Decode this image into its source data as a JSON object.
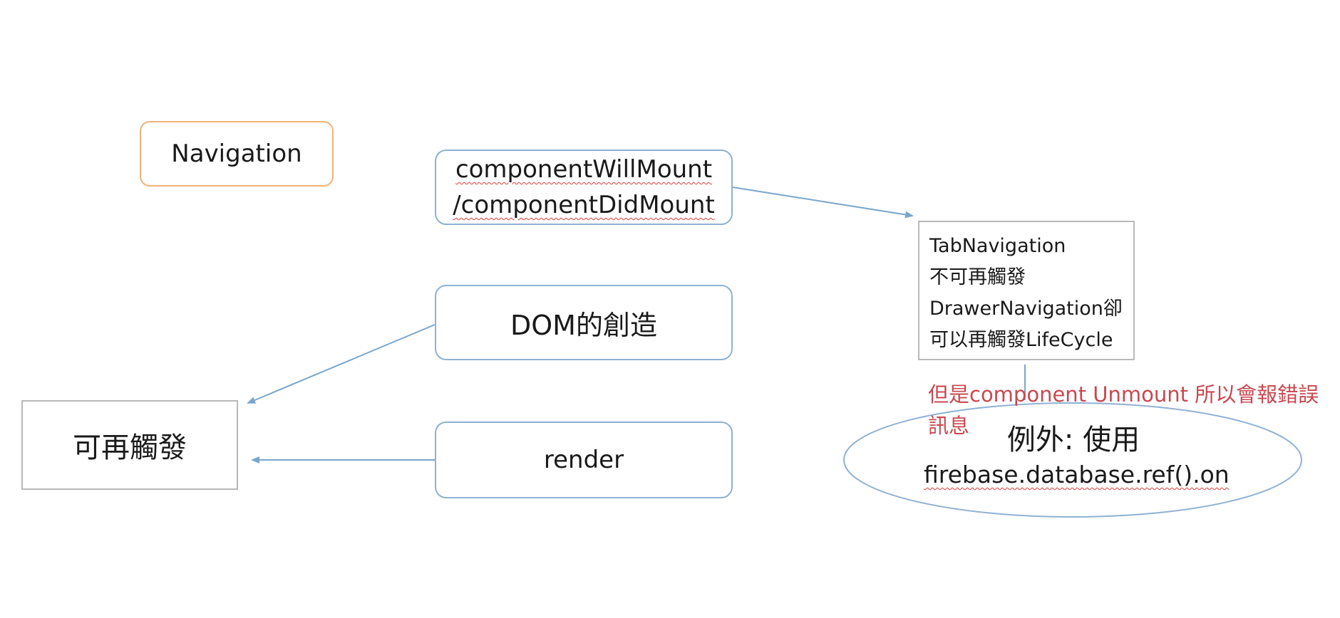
{
  "nodes": {
    "navigation": {
      "label": "Navigation"
    },
    "mount": {
      "line1": "componentWillMount",
      "line2": "/componentDidMount"
    },
    "dom": {
      "label": "DOM的創造"
    },
    "render": {
      "label": "render"
    },
    "retrigger": {
      "label": "可再觸發"
    },
    "tab_note": {
      "lines": [
        "TabNavigation",
        "不可再觸發",
        "DrawerNavigation卻",
        "可以再觸發LifeCycle"
      ]
    },
    "exception": {
      "title": "例外: 使用",
      "code": "firebase.database.ref().on"
    }
  },
  "warning_note": {
    "text": "但是component Unmount 所以會報錯誤訊息"
  },
  "colors": {
    "connector": "#7aa6cc",
    "blue_border": "#8fb1d3",
    "orange_border": "#f2b27a",
    "gray_border": "#b9b9b9",
    "warning_text": "#c9484f",
    "squiggle": "#e23a3a"
  }
}
